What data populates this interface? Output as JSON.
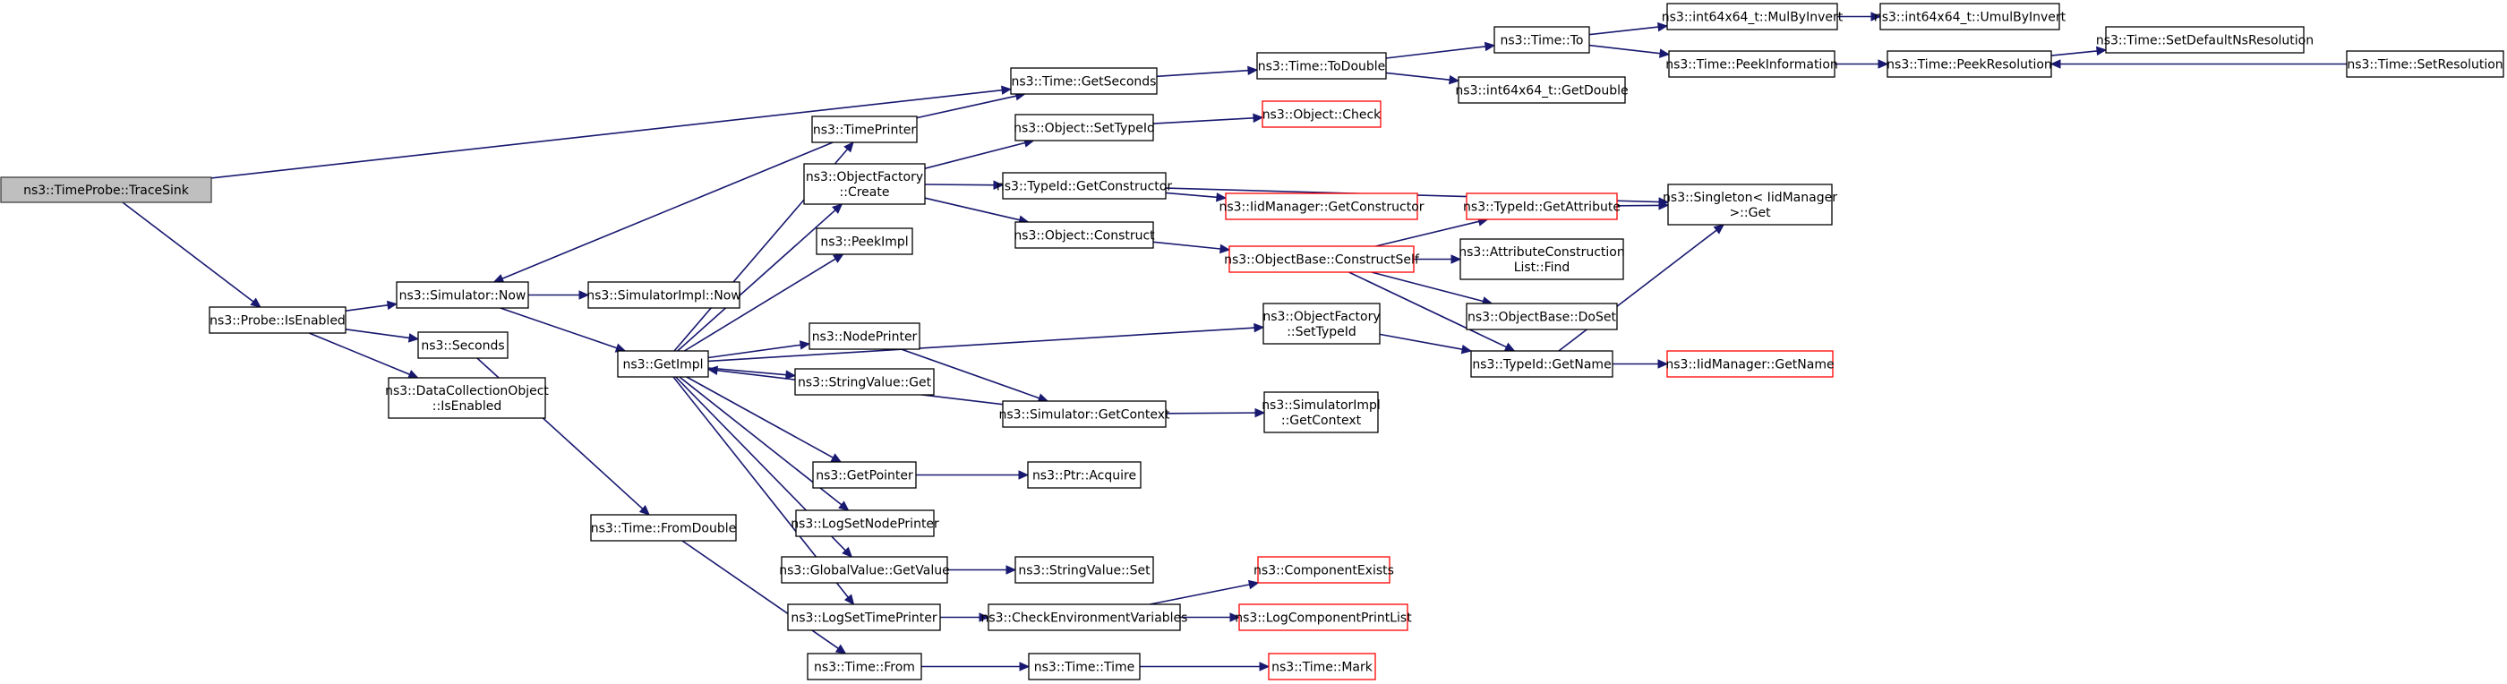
{
  "nodes": [
    {
      "id": "traceSink",
      "lines": [
        "ns3::TimeProbe::TraceSink"
      ],
      "style": "root"
    },
    {
      "id": "probeIsEnabled",
      "lines": [
        "ns3::Probe::IsEnabled"
      ],
      "style": "normal"
    },
    {
      "id": "simNow",
      "lines": [
        "ns3::Simulator::Now"
      ],
      "style": "normal"
    },
    {
      "id": "seconds",
      "lines": [
        "ns3::Seconds"
      ],
      "style": "normal"
    },
    {
      "id": "dcoIsEnabled",
      "lines": [
        "ns3::DataCollectionObject",
        "::IsEnabled"
      ],
      "style": "normal"
    },
    {
      "id": "simImplNow",
      "lines": [
        "ns3::SimulatorImpl::Now"
      ],
      "style": "normal"
    },
    {
      "id": "getImpl",
      "lines": [
        "ns3::GetImpl"
      ],
      "style": "normal"
    },
    {
      "id": "fromDouble",
      "lines": [
        "ns3::Time::FromDouble"
      ],
      "style": "normal"
    },
    {
      "id": "timePrinter",
      "lines": [
        "ns3::TimePrinter"
      ],
      "style": "normal"
    },
    {
      "id": "ofCreate",
      "lines": [
        "ns3::ObjectFactory",
        "::Create"
      ],
      "style": "normal"
    },
    {
      "id": "peekImpl",
      "lines": [
        "ns3::PeekImpl"
      ],
      "style": "normal"
    },
    {
      "id": "nodePrinter",
      "lines": [
        "ns3::NodePrinter"
      ],
      "style": "normal"
    },
    {
      "id": "stringValueGet",
      "lines": [
        "ns3::StringValue::Get"
      ],
      "style": "normal"
    },
    {
      "id": "getPointer",
      "lines": [
        "ns3::GetPointer"
      ],
      "style": "normal"
    },
    {
      "id": "logSetNodePrinter",
      "lines": [
        "ns3::LogSetNodePrinter"
      ],
      "style": "normal"
    },
    {
      "id": "globalValueGetValue",
      "lines": [
        "ns3::GlobalValue::GetValue"
      ],
      "style": "normal"
    },
    {
      "id": "logSetTimePrinter",
      "lines": [
        "ns3::LogSetTimePrinter"
      ],
      "style": "normal"
    },
    {
      "id": "timeFrom",
      "lines": [
        "ns3::Time::From"
      ],
      "style": "normal"
    },
    {
      "id": "getSeconds",
      "lines": [
        "ns3::Time::GetSeconds"
      ],
      "style": "normal"
    },
    {
      "id": "objSetTypeId",
      "lines": [
        "ns3::Object::SetTypeId"
      ],
      "style": "normal"
    },
    {
      "id": "typeIdGetConstructor",
      "lines": [
        "ns3::TypeId::GetConstructor"
      ],
      "style": "normal"
    },
    {
      "id": "objConstruct",
      "lines": [
        "ns3::Object::Construct"
      ],
      "style": "normal"
    },
    {
      "id": "simGetContext",
      "lines": [
        "ns3::Simulator::GetContext"
      ],
      "style": "normal"
    },
    {
      "id": "ptrAcquire",
      "lines": [
        "ns3::Ptr::Acquire"
      ],
      "style": "normal"
    },
    {
      "id": "stringValueSet",
      "lines": [
        "ns3::StringValue::Set"
      ],
      "style": "normal"
    },
    {
      "id": "checkEnvVars",
      "lines": [
        "ns3::CheckEnvironmentVariables"
      ],
      "style": "normal"
    },
    {
      "id": "timeTime",
      "lines": [
        "ns3::Time::Time"
      ],
      "style": "normal"
    },
    {
      "id": "timeToDouble",
      "lines": [
        "ns3::Time::ToDouble"
      ],
      "style": "normal"
    },
    {
      "id": "objectCheck",
      "lines": [
        "ns3::Object::Check"
      ],
      "style": "red"
    },
    {
      "id": "iidGetConstructor",
      "lines": [
        "ns3::IidManager::GetConstructor"
      ],
      "style": "red"
    },
    {
      "id": "obConstructSelf",
      "lines": [
        "ns3::ObjectBase::ConstructSelf"
      ],
      "style": "red"
    },
    {
      "id": "ofSetTypeId",
      "lines": [
        "ns3::ObjectFactory",
        "::SetTypeId"
      ],
      "style": "normal"
    },
    {
      "id": "simImplGetContext",
      "lines": [
        "ns3::SimulatorImpl",
        "::GetContext"
      ],
      "style": "normal"
    },
    {
      "id": "componentExists",
      "lines": [
        "ns3::ComponentExists"
      ],
      "style": "red"
    },
    {
      "id": "logComponentPrintList",
      "lines": [
        "ns3::LogComponentPrintList"
      ],
      "style": "red"
    },
    {
      "id": "timeMark",
      "lines": [
        "ns3::Time::Mark"
      ],
      "style": "red"
    },
    {
      "id": "timeTo",
      "lines": [
        "ns3::Time::To"
      ],
      "style": "normal"
    },
    {
      "id": "int64GetDouble",
      "lines": [
        "ns3::int64x64_t::GetDouble"
      ],
      "style": "normal"
    },
    {
      "id": "typeIdGetAttribute",
      "lines": [
        "ns3::TypeId::GetAttribute"
      ],
      "style": "red"
    },
    {
      "id": "acListFind",
      "lines": [
        "ns3::AttributeConstruction",
        "List::Find"
      ],
      "style": "normal"
    },
    {
      "id": "obDoSet",
      "lines": [
        "ns3::ObjectBase::DoSet"
      ],
      "style": "normal"
    },
    {
      "id": "typeIdGetName",
      "lines": [
        "ns3::TypeId::GetName"
      ],
      "style": "normal"
    },
    {
      "id": "mulByInvert",
      "lines": [
        "ns3::int64x64_t::MulByInvert"
      ],
      "style": "normal"
    },
    {
      "id": "peekInformation",
      "lines": [
        "ns3::Time::PeekInformation"
      ],
      "style": "normal"
    },
    {
      "id": "singletonGet",
      "lines": [
        "ns3::Singleton< IidManager",
        " >::Get"
      ],
      "style": "normal"
    },
    {
      "id": "iidGetName",
      "lines": [
        "ns3::IidManager::GetName"
      ],
      "style": "red"
    },
    {
      "id": "umulByInvert",
      "lines": [
        "ns3::int64x64_t::UmulByInvert"
      ],
      "style": "normal"
    },
    {
      "id": "peekResolution",
      "lines": [
        "ns3::Time::PeekResolution"
      ],
      "style": "normal"
    },
    {
      "id": "setDefaultNsRes",
      "lines": [
        "ns3::Time::SetDefaultNsResolution"
      ],
      "style": "normal"
    },
    {
      "id": "setResolution",
      "lines": [
        "ns3::Time::SetResolution"
      ],
      "style": "normal"
    }
  ],
  "edges": [
    [
      "traceSink",
      "getSeconds"
    ],
    [
      "traceSink",
      "probeIsEnabled"
    ],
    [
      "probeIsEnabled",
      "simNow"
    ],
    [
      "probeIsEnabled",
      "seconds"
    ],
    [
      "probeIsEnabled",
      "dcoIsEnabled"
    ],
    [
      "simNow",
      "simImplNow"
    ],
    [
      "simNow",
      "getImpl"
    ],
    [
      "seconds",
      "fromDouble"
    ],
    [
      "timePrinter",
      "simNow"
    ],
    [
      "timePrinter",
      "getSeconds"
    ],
    [
      "getImpl",
      "timePrinter"
    ],
    [
      "getImpl",
      "ofCreate"
    ],
    [
      "getImpl",
      "peekImpl"
    ],
    [
      "getImpl",
      "nodePrinter"
    ],
    [
      "getImpl",
      "stringValueGet"
    ],
    [
      "getImpl",
      "getPointer"
    ],
    [
      "getImpl",
      "logSetNodePrinter"
    ],
    [
      "getImpl",
      "globalValueGetValue"
    ],
    [
      "getImpl",
      "logSetTimePrinter"
    ],
    [
      "getImpl",
      "ofSetTypeId"
    ],
    [
      "simGetContext",
      "getImpl"
    ],
    [
      "fromDouble",
      "timeFrom"
    ],
    [
      "ofCreate",
      "objSetTypeId"
    ],
    [
      "ofCreate",
      "typeIdGetConstructor"
    ],
    [
      "ofCreate",
      "objConstruct"
    ],
    [
      "nodePrinter",
      "simGetContext"
    ],
    [
      "getPointer",
      "ptrAcquire"
    ],
    [
      "globalValueGetValue",
      "stringValueSet"
    ],
    [
      "logSetTimePrinter",
      "checkEnvVars"
    ],
    [
      "timeFrom",
      "timeTime"
    ],
    [
      "getSeconds",
      "timeToDouble"
    ],
    [
      "objSetTypeId",
      "objectCheck"
    ],
    [
      "typeIdGetConstructor",
      "iidGetConstructor"
    ],
    [
      "typeIdGetConstructor",
      "singletonGet"
    ],
    [
      "objConstruct",
      "obConstructSelf"
    ],
    [
      "simGetContext",
      "simImplGetContext"
    ],
    [
      "ofSetTypeId",
      "typeIdGetName"
    ],
    [
      "checkEnvVars",
      "componentExists"
    ],
    [
      "checkEnvVars",
      "logComponentPrintList"
    ],
    [
      "timeTime",
      "timeMark"
    ],
    [
      "timeToDouble",
      "timeTo"
    ],
    [
      "timeToDouble",
      "int64GetDouble"
    ],
    [
      "obConstructSelf",
      "typeIdGetAttribute"
    ],
    [
      "obConstructSelf",
      "acListFind"
    ],
    [
      "obConstructSelf",
      "obDoSet"
    ],
    [
      "obConstructSelf",
      "typeIdGetName"
    ],
    [
      "timeTo",
      "mulByInvert"
    ],
    [
      "timeTo",
      "peekInformation"
    ],
    [
      "typeIdGetAttribute",
      "singletonGet"
    ],
    [
      "typeIdGetName",
      "singletonGet"
    ],
    [
      "typeIdGetName",
      "iidGetName"
    ],
    [
      "mulByInvert",
      "umulByInvert"
    ],
    [
      "peekInformation",
      "peekResolution"
    ],
    [
      "peekResolution",
      "setDefaultNsRes"
    ],
    [
      "setResolution",
      "peekResolution"
    ]
  ]
}
